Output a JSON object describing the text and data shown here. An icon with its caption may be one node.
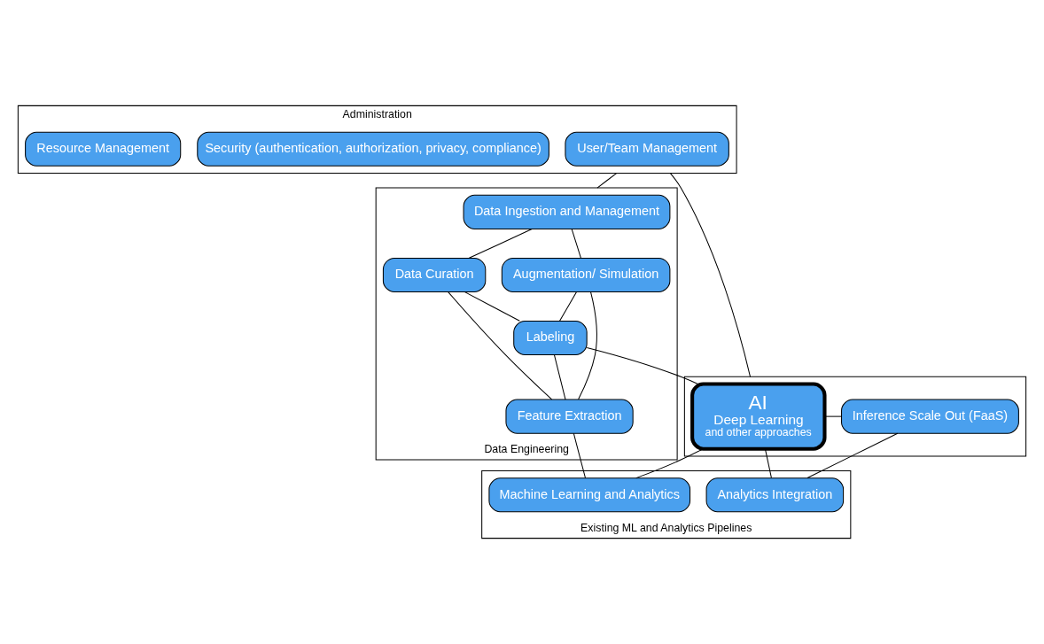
{
  "diagram": {
    "nodes": [
      {
        "text": [
          "Administration"
        ]
      },
      {
        "text": [
          "User/Team Management"
        ],
        "in": 0
      },
      {
        "text": [
          "Security (authentication, authorization, privacy, compliance)"
        ],
        "in": 0
      },
      {
        "text": [
          "Resource Management"
        ],
        "in": 0
      },
      {
        "text": [
          "Data Engineering"
        ]
      },
      {
        "text": [
          "Data Ingestion and Management"
        ],
        "in": 4
      },
      {
        "text": [
          "Data Curation"
        ],
        "in": 4
      },
      {
        "text": [
          "Augmentation/ Simulation"
        ],
        "in": 4
      },
      {
        "text": [
          "Labeling"
        ],
        "in": 4
      },
      {
        "text": [
          "Feature Extraction"
        ],
        "in": 4
      },
      {
        "text": [],
        "shape": "box"
      },
      {
        "text": [
          "AI",
          "Deep Learning",
          "and other approaches"
        ],
        "in": 10
      },
      {
        "text": [
          "Inference Scale Out (FaaS)"
        ],
        "in": 10
      },
      {
        "text": [
          "Existing ML and Analytics Pipelines"
        ]
      },
      {
        "text": [
          "Machine Learning and Analytics"
        ],
        "in": 13
      },
      {
        "text": [
          "Analytics Integration"
        ],
        "in": 13
      }
    ],
    "edges": [
      {
        "from": 0,
        "to": 4,
        "arrow": "none"
      },
      {
        "from": 0,
        "to": 10,
        "arrow": "none"
      },
      {
        "from": 5,
        "to": 6,
        "arrow": "none"
      },
      {
        "from": 5,
        "to": 7,
        "arrow": "none"
      },
      {
        "from": 6,
        "to": 8,
        "arrow": "none"
      },
      {
        "from": 6,
        "to": 9,
        "arrow": "none"
      },
      {
        "from": 7,
        "to": 8,
        "arrow": "none"
      },
      {
        "from": 7,
        "to": 9,
        "arrow": "none"
      },
      {
        "from": 8,
        "to": 9,
        "arrow": "none"
      },
      {
        "from": 8,
        "to": 11,
        "arrow": "none"
      },
      {
        "from": 9,
        "to": 14,
        "arrow": "none"
      },
      {
        "from": 11,
        "to": 12,
        "arrow": "none"
      },
      {
        "from": 11,
        "to": 14,
        "arrow": "none"
      },
      {
        "from": 11,
        "to": 15,
        "arrow": "none"
      },
      {
        "from": 12,
        "to": 15,
        "arrow": "none"
      }
    ]
  }
}
